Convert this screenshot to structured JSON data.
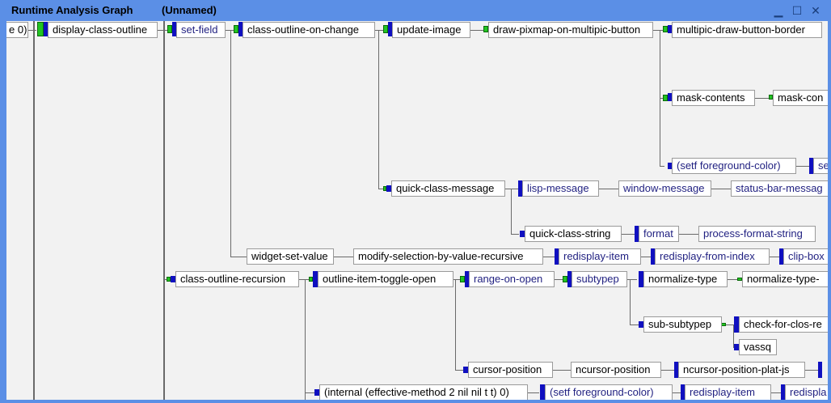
{
  "window": {
    "title": "Runtime Analysis Graph",
    "subtitle": "(Unnamed)",
    "controls": {
      "minimize": "▁",
      "maximize": "☐",
      "close": "✕"
    }
  },
  "nodes": {
    "n0": "e 0)",
    "n1": "display-class-outline",
    "n2": "set-field",
    "n3": "class-outline-on-change",
    "n4": "update-image",
    "n5": "draw-pixmap-on-multipic-button",
    "n6": "multipic-draw-button-border",
    "n7": "mask-contents",
    "n8": "mask-con",
    "n9": "(setf foreground-color)",
    "n10": "se",
    "n11": "quick-class-message",
    "n12": "lisp-message",
    "n13": "window-message",
    "n14": "status-bar-messag",
    "n15": "quick-class-string",
    "n16": "format",
    "n17": "process-format-string",
    "n18": "widget-set-value",
    "n19": "modify-selection-by-value-recursive",
    "n20": "redisplay-item",
    "n21": "redisplay-from-index",
    "n22": "clip-box",
    "n23": "class-outline-recursion",
    "n24": "outline-item-toggle-open",
    "n25": "range-on-open",
    "n26": "subtypep",
    "n27": "normalize-type",
    "n28": "normalize-type-",
    "n29": "sub-subtypep",
    "n30": "check-for-clos-re",
    "n31": "vassq",
    "n32": "cursor-position",
    "n33": "ncursor-position",
    "n34": "ncursor-position-plat-js",
    "n35": "(internal (effective-method 2 nil nil t t) 0)",
    "n36": "(setf foreground-color)",
    "n37": "redisplay-item",
    "n38": "redispla"
  }
}
